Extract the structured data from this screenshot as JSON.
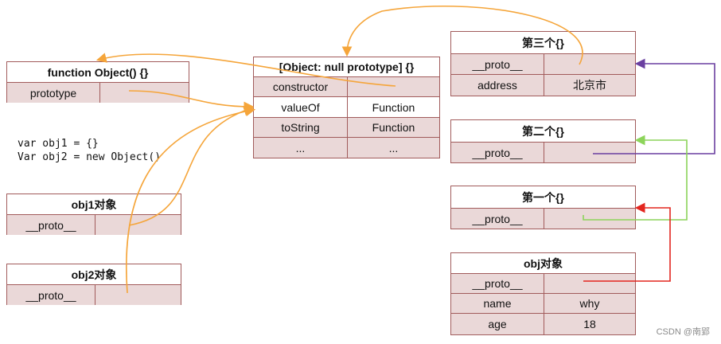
{
  "object_func": {
    "title": "function Object() {}",
    "rows": [
      [
        "prototype",
        ""
      ]
    ]
  },
  "null_proto": {
    "title": "[Object: null prototype] {}",
    "rows": [
      [
        "constructor",
        ""
      ],
      [
        "valueOf",
        "Function"
      ],
      [
        "toString",
        "Function"
      ],
      [
        "...",
        "..."
      ]
    ]
  },
  "code_lines": [
    "var obj1 = {}",
    "Var obj2 = new Object()"
  ],
  "obj1": {
    "title": "obj1对象",
    "rows": [
      [
        "__proto__",
        ""
      ]
    ]
  },
  "obj2": {
    "title": "obj2对象",
    "rows": [
      [
        "__proto__",
        ""
      ]
    ]
  },
  "third": {
    "title": "第三个{}",
    "rows": [
      [
        "__proto__",
        ""
      ],
      [
        "address",
        "北京市"
      ]
    ]
  },
  "second": {
    "title": "第二个{}",
    "rows": [
      [
        "__proto__",
        ""
      ]
    ]
  },
  "first": {
    "title": "第一个{}",
    "rows": [
      [
        "__proto__",
        ""
      ]
    ]
  },
  "obj": {
    "title": "obj对象",
    "rows": [
      [
        "__proto__",
        ""
      ],
      [
        "name",
        "why"
      ],
      [
        "age",
        "18"
      ]
    ]
  },
  "arrow_colors": {
    "orange": "#f5a53a",
    "purple": "#6a3fa0",
    "green": "#8cd45a",
    "red": "#e3261f"
  },
  "watermark": "CSDN @南郢"
}
